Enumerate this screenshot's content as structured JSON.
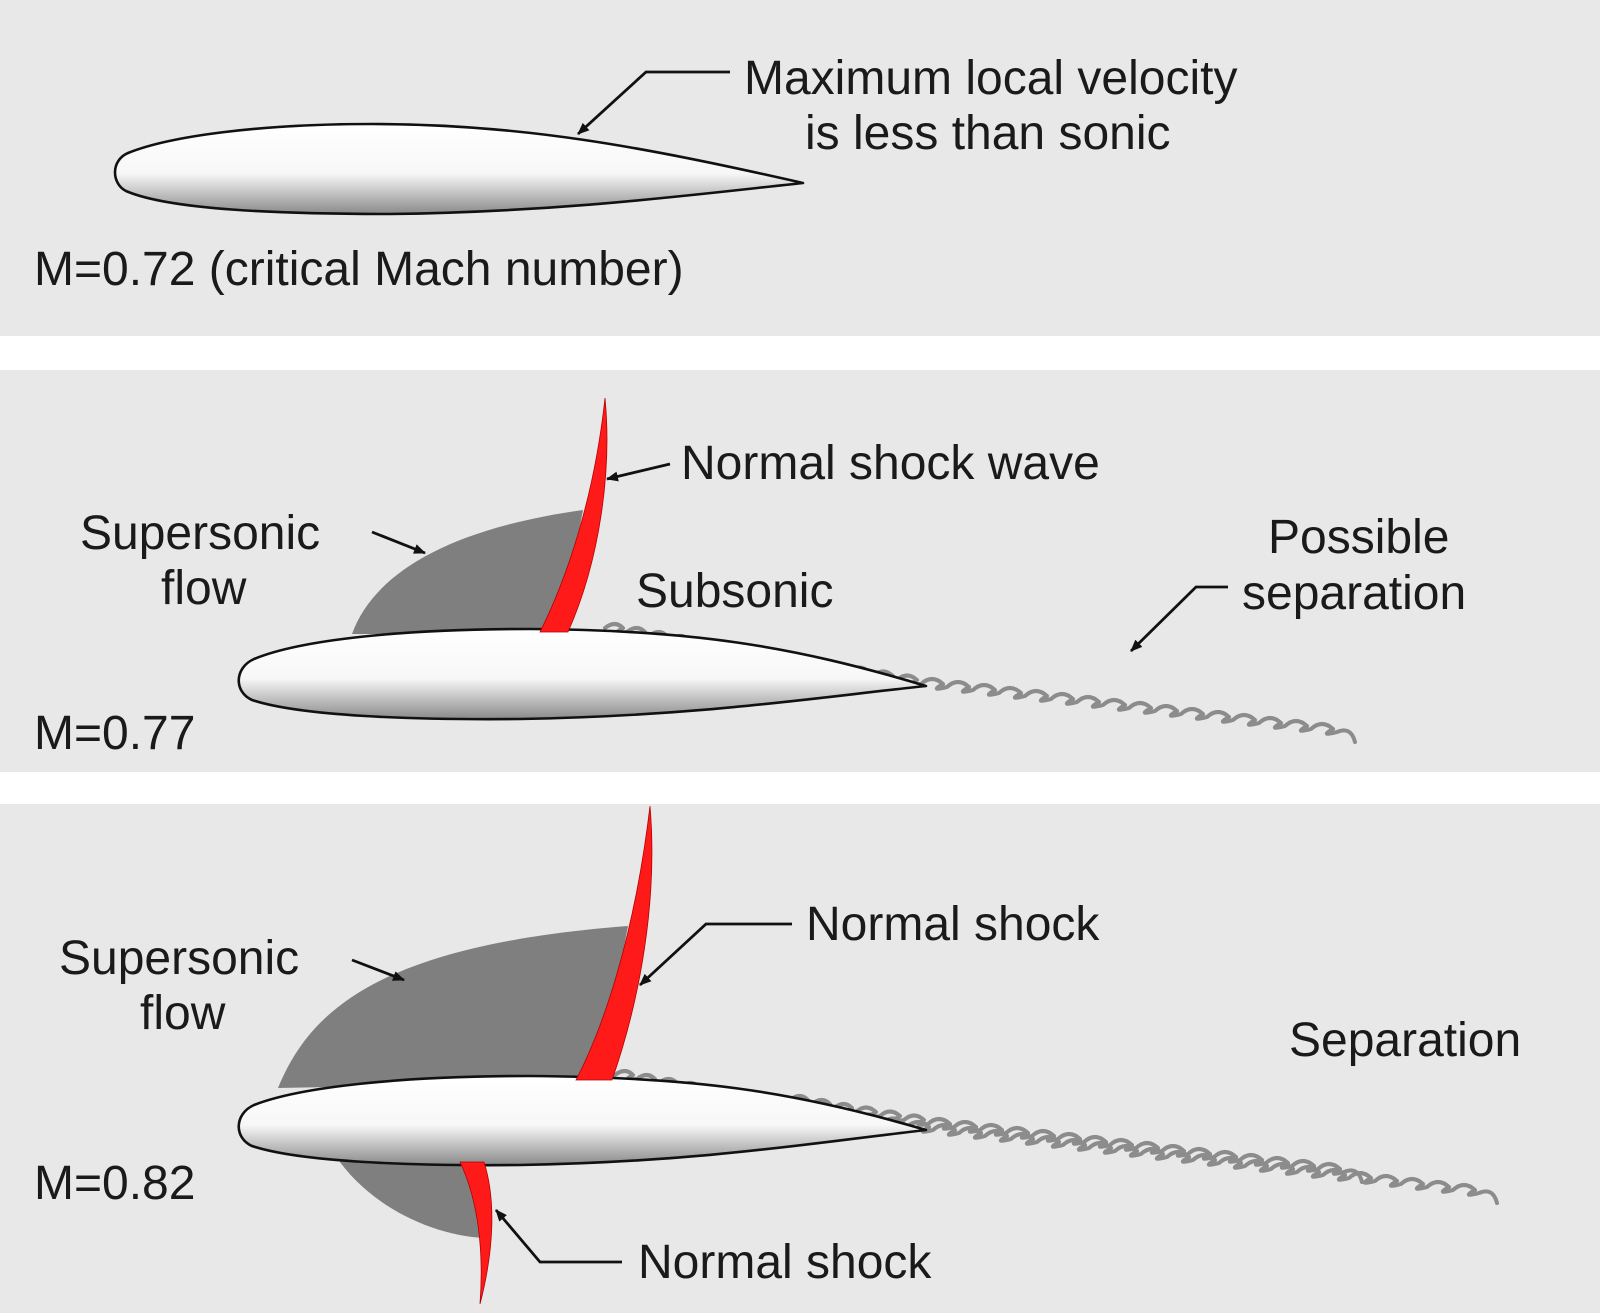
{
  "colors": {
    "panel_bg": "#e8e8e8",
    "separator": "#ffffff",
    "supersonic_region": "#7f7f7f",
    "shock_wave": "#ff1a1a",
    "wake": "#8c8c8c",
    "text": "#1a1a1a"
  },
  "panels": [
    {
      "mach_label": "M=0.72 (critical Mach number)",
      "callout": {
        "line1": "Maximum local velocity",
        "line2": "is less than sonic"
      }
    },
    {
      "mach_label": "M=0.77",
      "shock_label": "Normal shock wave",
      "supersonic_label": {
        "line1": "Supersonic",
        "line2": "flow"
      },
      "subsonic_label": "Subsonic",
      "separation_label": {
        "line1": "Possible",
        "line2": "separation"
      }
    },
    {
      "mach_label": "M=0.82",
      "shock_upper_label": "Normal shock",
      "shock_lower_label": "Normal shock",
      "supersonic_label": {
        "line1": "Supersonic",
        "line2": "flow"
      },
      "separation_label": "Separation"
    }
  ]
}
